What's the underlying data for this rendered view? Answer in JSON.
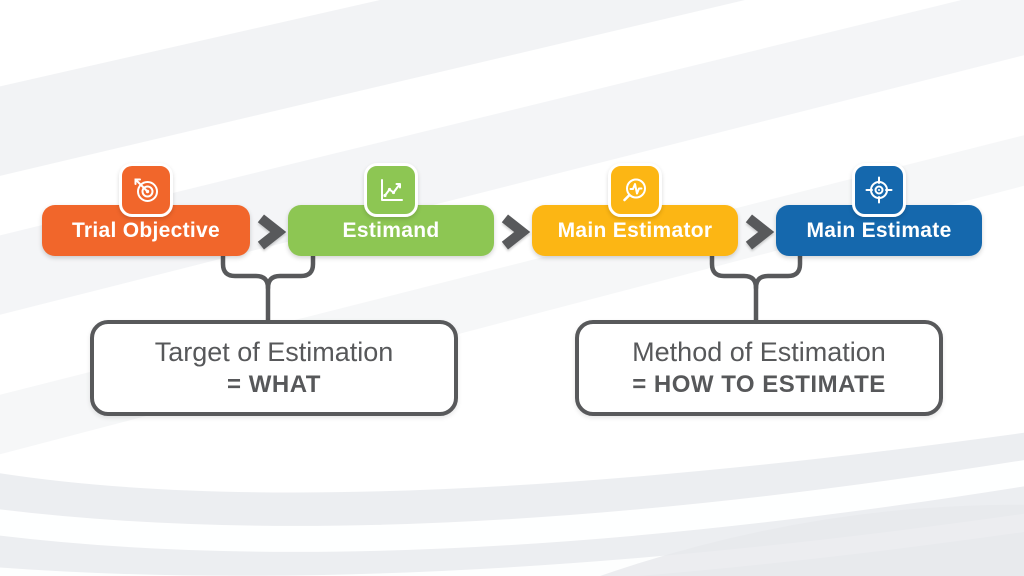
{
  "page": {
    "background": "#FFFFFF",
    "swoosh_color": "#EAECEF"
  },
  "palette": {
    "connector_gray": "#58595B",
    "note_text_gray": "#57585A",
    "white": "#FFFFFF"
  },
  "flow": {
    "steps": [
      {
        "label": "Trial Objective",
        "color": "#F1662B",
        "icon": "target-dart-icon"
      },
      {
        "label": "Estimand",
        "color": "#8DC653",
        "icon": "trend-chart-icon"
      },
      {
        "label": "Main Estimator",
        "color": "#FCB614",
        "icon": "magnifier-pulse-icon"
      },
      {
        "label": "Main Estimate",
        "color": "#1568AD",
        "icon": "crosshair-target-icon"
      }
    ],
    "arrow_icon": "chevron-right-icon"
  },
  "annotations": [
    {
      "line1": "Target of Estimation",
      "line2": "= WHAT"
    },
    {
      "line1": "Method of Estimation",
      "line2": "= HOW TO ESTIMATE"
    }
  ]
}
